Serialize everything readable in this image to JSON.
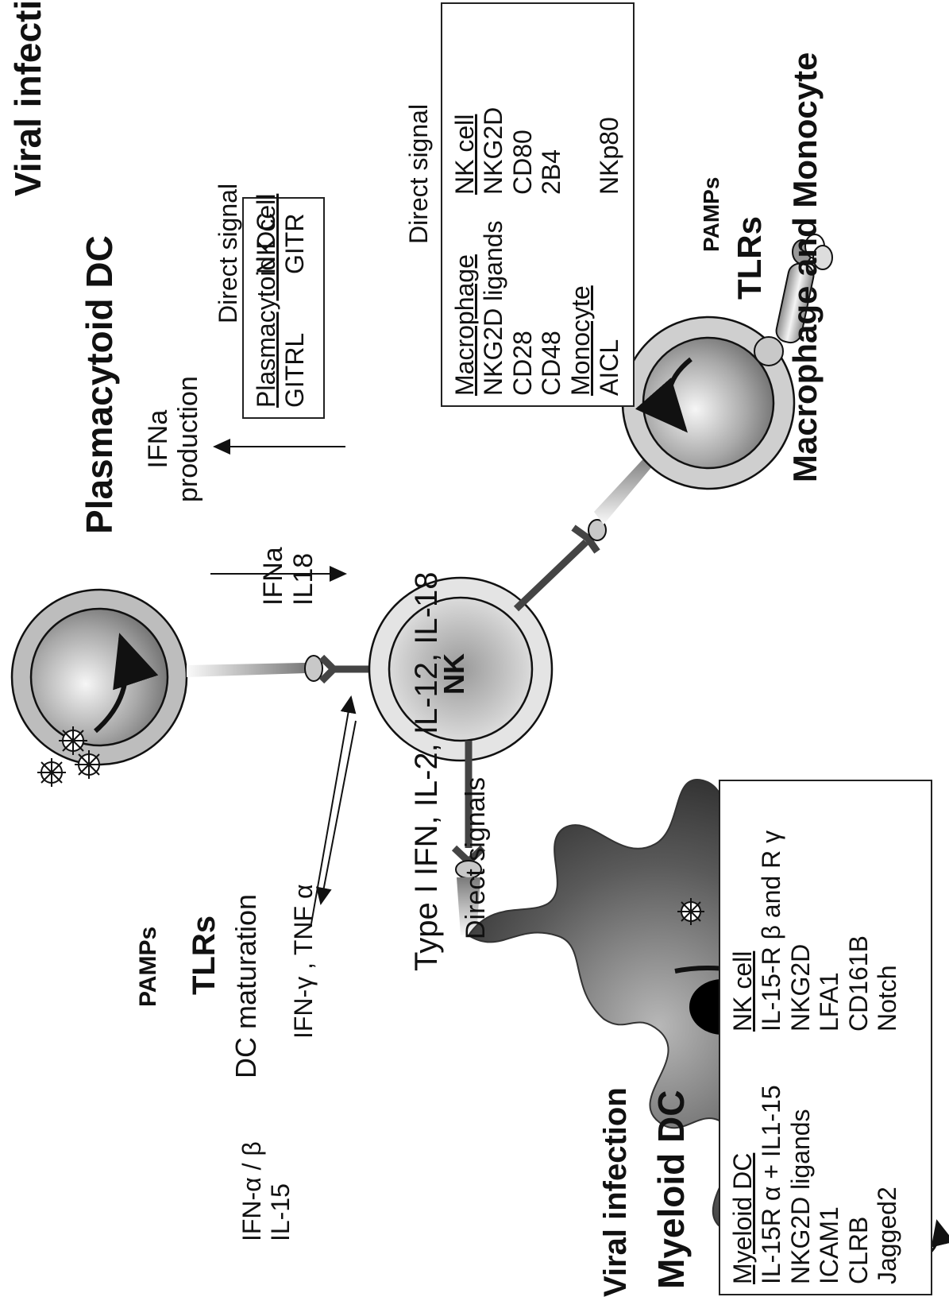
{
  "labels": {
    "viral_infection_top": "Viral infection",
    "plasmacytoid_dc": "Plasmacytoid DC",
    "ifna_production_1": "IFNa",
    "ifna_production_2": "production",
    "ifna": "IFNa",
    "il18": "IL18",
    "dc_maturation": "DC maturation",
    "ifn_gamma_tnf": "IFN-γ , TNF α",
    "pamps_left": "PAMPs",
    "tlrs_left": "TLRs",
    "ifn_ab": "IFN-α / β",
    "il15": "IL-15",
    "viral_infection_bottom": "Viral infection",
    "myeloid_dc": "Myeloid DC",
    "type1_ifn": "Type I IFN, IL-2, IL-12, IL-18",
    "direct_signals": "Direct signals",
    "nk": "NK",
    "pamps_right": "PAMPs",
    "tlrs_right": "TLRs",
    "macrophage_monocyte": "Macrophage and Monocyte",
    "direct_signal_pdc": "Direct signal",
    "direct_signal_mac": "Direct signal"
  },
  "pdc_table": {
    "left_header": "Plasmacytoid DC",
    "right_header": "NK cell",
    "left": [
      "GITRL"
    ],
    "right": [
      "GITR"
    ]
  },
  "mac_table": {
    "left_header": "Macrophage",
    "right_header": "NK cell",
    "left": [
      "NKG2D ligands",
      "CD28",
      "CD48"
    ],
    "right": [
      "NKG2D",
      "CD80",
      "2B4"
    ],
    "left_subheader": "Monocyte",
    "left2": "AICL",
    "right2": "NKp80"
  },
  "myeloid_table": {
    "left_header": "Myeloid DC",
    "right_header": "NK cell",
    "left": [
      "IL-15R α + IL1-15",
      "NKG2D ligands",
      "ICAM1",
      "CLRB",
      "Jagged2"
    ],
    "right": [
      "IL-15-R β  and R γ",
      "NKG2D",
      "LFA1",
      "CD161B",
      "Notch"
    ]
  }
}
